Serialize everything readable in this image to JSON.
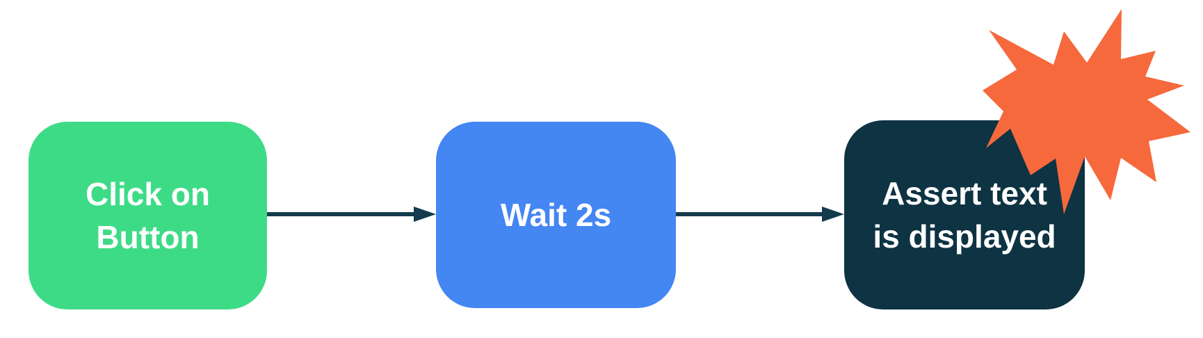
{
  "page": {
    "background": "#FFFFFF",
    "text_color": "#FFFFFF"
  },
  "colors": {
    "arrow": "#143B4D",
    "burst": "#F6693C"
  },
  "diagram": {
    "type": "flowchart",
    "direction": "left-to-right",
    "nodes": [
      {
        "id": "step-1",
        "label": "Click on Button",
        "lines": [
          "Click on",
          "Button"
        ],
        "fill": "#3EDB87"
      },
      {
        "id": "step-2",
        "label": "Wait 2s",
        "lines": [
          "Wait 2s"
        ],
        "fill": "#4486F2"
      },
      {
        "id": "step-3",
        "label": "Assert text is displayed",
        "lines": [
          "Assert text",
          "is displayed"
        ],
        "fill": "#0E3343"
      }
    ],
    "edges": [
      {
        "from": "step-1",
        "to": "step-2"
      },
      {
        "from": "step-2",
        "to": "step-3"
      }
    ],
    "decorations": [
      {
        "type": "starburst",
        "attached_to": "step-3",
        "position": "top-right"
      }
    ]
  }
}
